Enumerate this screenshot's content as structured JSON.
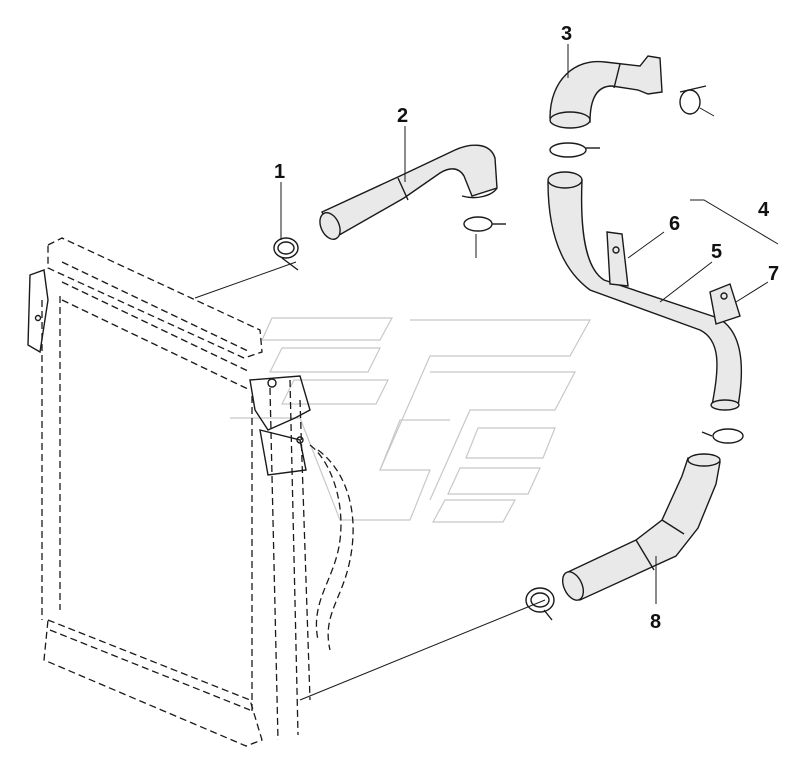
{
  "callouts": [
    {
      "id": "callout-1",
      "label": "1"
    },
    {
      "id": "callout-2",
      "label": "2"
    },
    {
      "id": "callout-3",
      "label": "3"
    },
    {
      "id": "callout-4",
      "label": "4"
    },
    {
      "id": "callout-5",
      "label": "5"
    },
    {
      "id": "callout-6",
      "label": "6"
    },
    {
      "id": "callout-7",
      "label": "7"
    },
    {
      "id": "callout-8",
      "label": "8"
    }
  ],
  "parts": {
    "radiator": "radiator-assembly",
    "hose_upper": "intake-hose",
    "hose_elbow": "elbow-hose",
    "pipe": "charge-air-pipe",
    "hose_lower": "outlet-hose",
    "clamps": "hose-clamp"
  }
}
